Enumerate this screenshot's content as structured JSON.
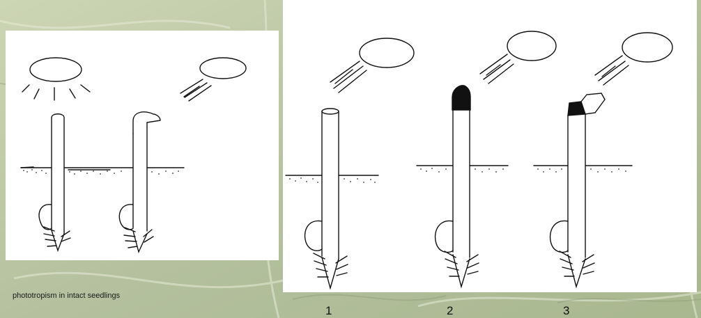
{
  "caption": "phototropism in intact seedlings",
  "labels": [
    "1",
    "2",
    "3"
  ],
  "colors": {
    "background": "#bcc7a6",
    "panel": "#ffffff",
    "ink": "#111111"
  }
}
